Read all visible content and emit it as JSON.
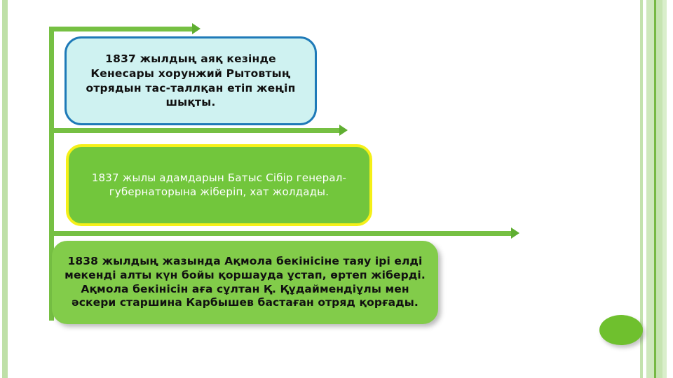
{
  "slide": {
    "background_color": "#ffffff",
    "connector_color": "#76c043",
    "decoration": {
      "oval_label": "decorative-oval",
      "oval_color": "#6fc02e",
      "left_stripe_color": "#bfe0a8",
      "right_stripe_colors": [
        "#c3e2ad",
        "#cfe8bd",
        "#76b843",
        "#c6e4b1",
        "#d9eecb"
      ]
    },
    "boxes": [
      {
        "id": "box-1",
        "text": "1837 жылдың аяқ кезінде Кенесары хорунжий Рытовтың отрядын тас-таллқан етіп жеңіп шықты.",
        "fill_color": "#cff2f1",
        "border_color": "#1f7ab8",
        "text_color": "#101010"
      },
      {
        "id": "box-2",
        "text": "1837 жылы адамдарын Батыс Сібір генерал-губернаторына  жіберіп, хат жолдады.",
        "fill_color": "#72c63c",
        "border_color": "#f5f018",
        "text_color": "#ffffff"
      },
      {
        "id": "box-3",
        "text": "1838 жылдың жазында Ақмола бекінісіне таяу ірі елді мекенді алты күн бойы қоршауда ұстап, өртеп жіберді. Ақмола бекінісін аға сұлтан Қ. Құдаймендіұлы мен әскери старшина Карбышев бастаған отряд қорғады.",
        "fill_color": "#82cc4a",
        "border_color": "none",
        "text_color": "#111111"
      }
    ],
    "arrows": [
      {
        "id": "arrow-1",
        "label": "connector-arrow-to-box-1"
      },
      {
        "id": "arrow-2",
        "label": "connector-arrow-to-box-2"
      },
      {
        "id": "arrow-3",
        "label": "connector-arrow-to-box-3"
      }
    ]
  }
}
